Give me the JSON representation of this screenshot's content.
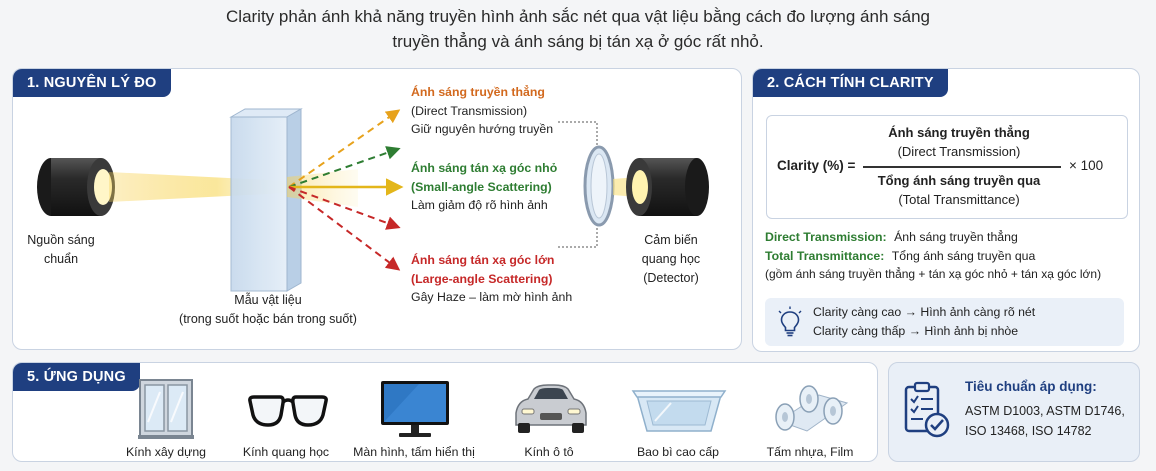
{
  "intro": {
    "line1": "Clarity phản ánh khả năng truyền hình ảnh sắc nét qua vật liệu bằng cách đo lượng ánh sáng",
    "line2": "truyền thẳng và ánh sáng bị tán xạ ở góc rất nhỏ."
  },
  "principle": {
    "tag": "1. NGUYÊN LÝ ĐO",
    "source_line1": "Nguồn sáng",
    "source_line2": "chuẩn",
    "sample_line1": "Mẫu vật liệu",
    "sample_line2": "(trong suốt hoặc bán trong suốt)",
    "direct_title": "Ánh sáng truyền thẳng",
    "direct_en": "(Direct Transmission)",
    "direct_desc": "Giữ nguyên hướng truyền",
    "small_title": "Ánh sáng tán xạ góc nhỏ",
    "small_en": "(Small-angle Scattering)",
    "small_desc": "Làm giảm độ rõ hình ảnh",
    "large_title": "Ánh sáng tán xạ góc lớn",
    "large_en": "(Large-angle Scattering)",
    "large_desc": "Gây Haze – làm mờ hình ảnh",
    "detector_line1": "Cảm biến",
    "detector_line2": "quang học",
    "detector_line3": "(Detector)"
  },
  "calc": {
    "tag": "2. CÁCH TÍNH CLARITY",
    "lhs": "Clarity (%) =",
    "num_vi": "Ánh sáng truyền thẳng",
    "num_en": "(Direct Transmission)",
    "den_vi": "Tổng ánh sáng truyền qua",
    "den_en": "(Total Transmittance)",
    "mult": "× 100",
    "def1_key": "Direct Transmission:",
    "def1_val": "Ánh sáng truyền thẳng",
    "def2_key": "Total Transmittance:",
    "def2_val": "Tổng ánh sáng truyền qua",
    "def2_note": "(gồm ánh sáng truyền thẳng + tán xạ góc nhỏ + tán xạ góc lớn)",
    "tip1_a": "Clarity càng cao",
    "tip1_b": "Hình ảnh càng rõ nét",
    "tip2_a": "Clarity càng thấp",
    "tip2_b": "Hình ảnh bị nhòe"
  },
  "apps": {
    "tag": "5. ỨNG DỤNG",
    "items": [
      {
        "label": "Kính xây dựng",
        "icon": "window-icon"
      },
      {
        "label": "Kính quang học",
        "icon": "glasses-icon"
      },
      {
        "label": "Màn hình, tấm hiển thị",
        "icon": "monitor-icon"
      },
      {
        "label": "Kính ô tô",
        "icon": "car-icon"
      },
      {
        "label": "Bao bì cao cấp",
        "icon": "package-tray-icon"
      },
      {
        "label": "Tấm nhựa, Film",
        "icon": "film-roll-icon"
      }
    ]
  },
  "standards": {
    "title": "Tiêu chuẩn áp dụng:",
    "line1": "ASTM D1003, ASTM D1746,",
    "line2": "ISO 13468, ISO 14782"
  },
  "colors": {
    "navy": "#1f3f80",
    "orange": "#d2691e",
    "green": "#2e7d32",
    "red": "#c62828",
    "beam": "#f7d154"
  }
}
